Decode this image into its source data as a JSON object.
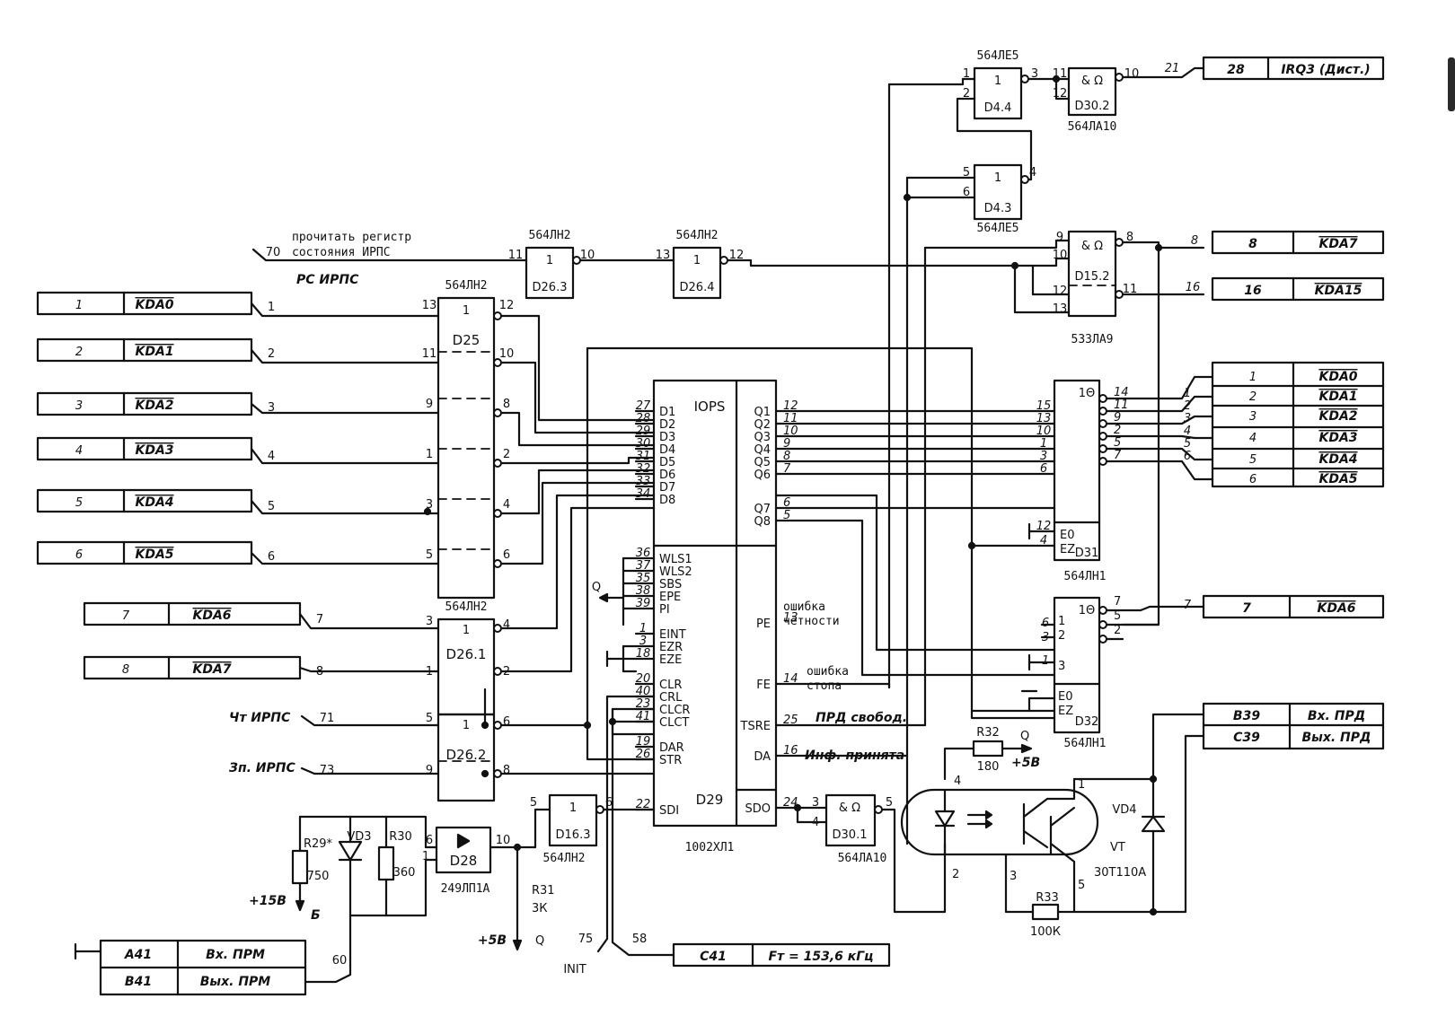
{
  "chips": {
    "d4_4": {
      "name": "D4.4",
      "type": "564ЛЕ5",
      "fn": "1"
    },
    "d4_3": {
      "name": "D4.3",
      "type": "564ЛЕ5",
      "fn": "1"
    },
    "d30_2": {
      "name": "D30.2",
      "type": "564ЛА10",
      "fn": "& Ω"
    },
    "d15_2": {
      "name": "D15.2",
      "type": "533ЛА9",
      "fn": "& Ω"
    },
    "d26_3": {
      "name": "D26.3",
      "type": "564ЛН2",
      "fn": "1"
    },
    "d26_4": {
      "name": "D26.4",
      "type": "564ЛН2",
      "fn": "1"
    },
    "d25": {
      "name": "D25",
      "type": "564ЛН2",
      "fn": "1"
    },
    "d26_1": {
      "name": "D26.1",
      "type": "564ЛН2",
      "fn": "1"
    },
    "d26_2": {
      "name": "D26.2",
      "fn": "1"
    },
    "d29": {
      "name": "D29",
      "type": "1002ХЛ1",
      "fn": "IOPS"
    },
    "d31": {
      "name": "D31",
      "type": "564ЛН1",
      "fn": "1Θ"
    },
    "d32": {
      "name": "D32",
      "type": "564ЛН1",
      "fn": "1Θ"
    },
    "d16_3": {
      "name": "D16.3",
      "type": "564ЛН2",
      "fn": "1"
    },
    "d30_1": {
      "name": "D30.1",
      "type": "564ЛА10",
      "fn": "& Ω"
    },
    "d28": {
      "name": "D28",
      "type": "249ЛП1А",
      "fn": "▷"
    }
  },
  "d29_left_pins": [
    {
      "num": "27",
      "name": "D1"
    },
    {
      "num": "28",
      "name": "D2"
    },
    {
      "num": "29",
      "name": "D3"
    },
    {
      "num": "30",
      "name": "D4"
    },
    {
      "num": "31",
      "name": "D5"
    },
    {
      "num": "32",
      "name": "D6"
    },
    {
      "num": "33",
      "name": "D7"
    },
    {
      "num": "34",
      "name": "D8"
    },
    {
      "num": "36",
      "name": "WLS1"
    },
    {
      "num": "37",
      "name": "WLS2"
    },
    {
      "num": "35",
      "name": "SBS"
    },
    {
      "num": "38",
      "name": "EPE"
    },
    {
      "num": "39",
      "name": "PI"
    },
    {
      "num": "1",
      "name": "EINT"
    },
    {
      "num": "3",
      "name": "EZR"
    },
    {
      "num": "18",
      "name": "EZE"
    },
    {
      "num": "20",
      "name": "CLR"
    },
    {
      "num": "40",
      "name": "CRL"
    },
    {
      "num": "23",
      "name": "CLCR"
    },
    {
      "num": "41",
      "name": "CLCT"
    },
    {
      "num": "19",
      "name": "DAR"
    },
    {
      "num": "26",
      "name": "STR"
    },
    {
      "num": "22",
      "name": "SDI"
    }
  ],
  "d29_right_pins": [
    {
      "num": "12",
      "name": "Q1"
    },
    {
      "num": "11",
      "name": "Q2"
    },
    {
      "num": "10",
      "name": "Q3"
    },
    {
      "num": "9",
      "name": "Q4"
    },
    {
      "num": "8",
      "name": "Q5"
    },
    {
      "num": "7",
      "name": "Q6"
    },
    {
      "num": "6",
      "name": "Q7"
    },
    {
      "num": "5",
      "name": "Q8"
    },
    {
      "num": "13",
      "name": "PE"
    },
    {
      "num": "14",
      "name": "FE"
    },
    {
      "num": "25",
      "name": "TSRE"
    },
    {
      "num": "16",
      "name": "DA"
    },
    {
      "num": "24",
      "name": "SDO"
    }
  ],
  "left_connectors": [
    {
      "pin": "1",
      "sig": "KDA0",
      "wire": "1"
    },
    {
      "pin": "2",
      "sig": "KDA1",
      "wire": "2"
    },
    {
      "pin": "3",
      "sig": "KDA2",
      "wire": "3"
    },
    {
      "pin": "4",
      "sig": "KDA3",
      "wire": "4"
    },
    {
      "pin": "5",
      "sig": "KDA4",
      "wire": "5"
    },
    {
      "pin": "6",
      "sig": "KDA5",
      "wire": "6"
    },
    {
      "pin": "7",
      "sig": "KDA6",
      "wire": "7"
    },
    {
      "pin": "8",
      "sig": "KDA7",
      "wire": "8"
    }
  ],
  "right_connectors": [
    {
      "pin": "1",
      "sig": "KDA0",
      "wire": "1"
    },
    {
      "pin": "2",
      "sig": "KDA1",
      "wire": "2"
    },
    {
      "pin": "3",
      "sig": "KDA2",
      "wire": "3"
    },
    {
      "pin": "4",
      "sig": "KDA3",
      "wire": "4"
    },
    {
      "pin": "5",
      "sig": "KDA4",
      "wire": "5"
    },
    {
      "pin": "6",
      "sig": "KDA5",
      "wire": "6"
    }
  ],
  "top_connectors": {
    "irq": {
      "pin": "28",
      "sig": "IRQ3 (Дист.)",
      "wire": "21"
    },
    "kda7": {
      "pin": "8",
      "sig": "KDA7",
      "wire": "8"
    },
    "kda15": {
      "pin": "16",
      "sig": "KDA15",
      "wire": "16"
    },
    "kda6r": {
      "pin": "7",
      "sig": "KDA6",
      "wire": "7"
    }
  },
  "labels": {
    "read_reg_1": "прочитать регистр",
    "read_reg_2": "состояния ИРПС",
    "rs_irps": "PC ИРПС",
    "wire70": "70",
    "rd_irps": "Чт ИРПС",
    "wire71": "71",
    "wr_irps": "Зп. ИРПС",
    "wire73": "73",
    "parity_1": "ошибка",
    "parity_2": "чётности",
    "stop_1": "ошибка",
    "stop_2": "стопа",
    "tx_free": "ПРД свобод.",
    "rx_done": "Инф. принята",
    "init": "INIT",
    "wire75": "75",
    "wire58": "58",
    "wire60": "60",
    "q_mark": "Q",
    "plus5": "+5В",
    "plus5b": "+5В",
    "plus15": "+15В",
    "b_mark": "Б",
    "q_mark2": "Q",
    "q_mark3": "Q"
  },
  "passives": {
    "r29": {
      "name": "R29*",
      "value": "750"
    },
    "r30": {
      "name": "R30",
      "value": "360"
    },
    "r31": {
      "name": "R31",
      "value": "3К"
    },
    "r32": {
      "name": "R32",
      "value": "180"
    },
    "r33": {
      "name": "R33",
      "value": "100К"
    },
    "vd3": {
      "name": "VD3"
    },
    "vd4": {
      "name": "VD4"
    },
    "vt": {
      "name": "VT",
      "type": "30Т110А"
    }
  },
  "io_connectors": {
    "b39": {
      "pin": "В39",
      "sig": "Вх. ПРД"
    },
    "c39": {
      "pin": "С39",
      "sig": "Вых. ПРД"
    },
    "a41": {
      "pin": "А41",
      "sig": "Вх. ПРМ"
    },
    "b41": {
      "pin": "В41",
      "sig": "Вых. ПРМ"
    },
    "c41": {
      "pin": "С41",
      "sig": "Fт = 153,6 кГц"
    }
  }
}
